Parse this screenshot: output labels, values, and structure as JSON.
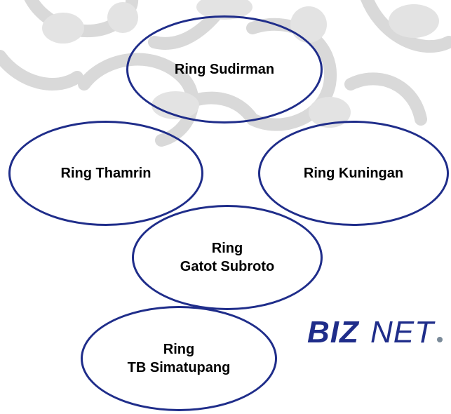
{
  "rings": [
    {
      "id": "sudirman",
      "lines": [
        "Ring Sudirman"
      ]
    },
    {
      "id": "thamrin",
      "lines": [
        "Ring Thamrin"
      ]
    },
    {
      "id": "kuningan",
      "lines": [
        "Ring Kuningan"
      ]
    },
    {
      "id": "gatot",
      "lines": [
        "Ring",
        "Gatot Subroto"
      ]
    },
    {
      "id": "tb",
      "lines": [
        "Ring",
        "TB Simatupang"
      ]
    }
  ],
  "logo": {
    "bold_part": "BIZ",
    "light_part": "NET",
    "brand_color": "#1f2d8a",
    "dot_color": "#7a8a99"
  },
  "colors": {
    "ring_stroke": "#1f2d8a",
    "watermark": "#d9d9d9"
  }
}
